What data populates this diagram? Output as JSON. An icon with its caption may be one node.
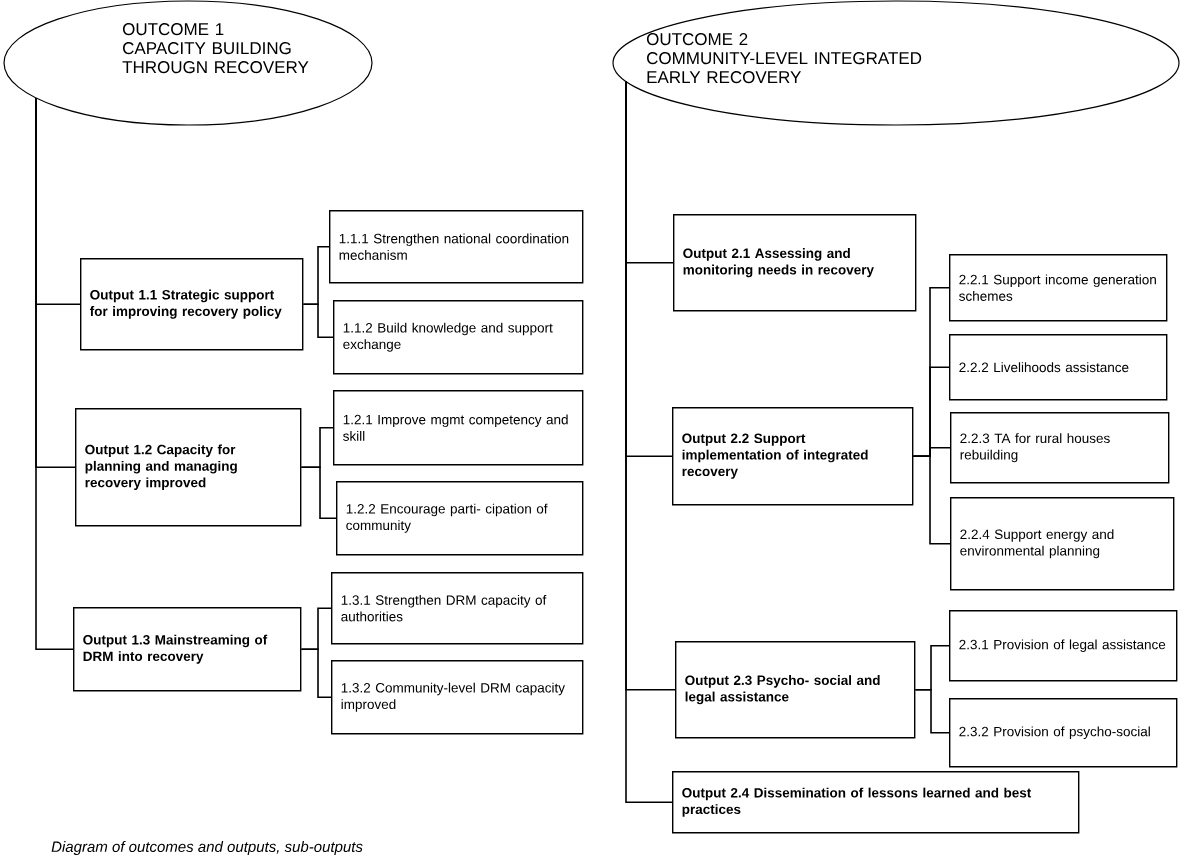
{
  "diagram": {
    "caption": "Diagram of outcomes and outputs, sub-outputs",
    "nodes": [
      {
        "text": [
          "OUTCOME 1",
          "CAPACITY BUILDING THROUGN RECOVERY"
        ]
      },
      {
        "text": [
          "OUTCOME 2",
          "COMMUNITY-LEVEL INTEGRATED EARLY RECOVERY"
        ]
      },
      {
        "text": [
          "Output 1.1 Strategic support for improving recovery policy"
        ]
      },
      {
        "text": [
          "1.1.1 Strengthen national coordination mechanism"
        ]
      },
      {
        "text": [
          "1.1.2 Build knowledge and support exchange"
        ]
      },
      {
        "text": [
          "Output 1.2 Capacity for planning and managing recovery improved"
        ]
      },
      {
        "text": [
          "1.2.1 Improve mgmt competency and skill"
        ]
      },
      {
        "text": [
          "1.2.2 Encourage parti- cipation of community"
        ]
      },
      {
        "text": [
          "Output 1.3 Mainstreaming of DRM into recovery"
        ]
      },
      {
        "text": [
          "1.3.1 Strengthen DRM capacity of authorities"
        ]
      },
      {
        "text": [
          "1.3.2 Community-level DRM capacity improved"
        ]
      },
      {
        "text": [
          "Output 2.1 Assessing and monitoring needs in recovery"
        ]
      },
      {
        "text": [
          "Output 2.2 Support implementation of integrated recovery"
        ]
      },
      {
        "text": [
          "2.2.1 Support income generation schemes"
        ]
      },
      {
        "text": [
          "2.2.2 Livelihoods assistance"
        ]
      },
      {
        "text": [
          "2.2.3 TA for rural houses rebuilding"
        ]
      },
      {
        "text": [
          "2.2.4 Support energy and environmental planning"
        ]
      },
      {
        "text": [
          "Output 2.3 Psycho- social and legal assistance"
        ]
      },
      {
        "text": [
          "2.3.1 Provision of legal assistance"
        ]
      },
      {
        "text": [
          "2.3.2 Provision of psycho-social"
        ]
      },
      {
        "text": [
          "Output 2.4 Dissemination of lessons learned and best practices"
        ]
      }
    ],
    "edges": [
      {
        "from": 0,
        "to": 2,
        "arrow": "none"
      },
      {
        "from": 0,
        "to": 5,
        "arrow": "none"
      },
      {
        "from": 0,
        "to": 8,
        "arrow": "none"
      },
      {
        "from": 2,
        "to": 3,
        "arrow": "none"
      },
      {
        "from": 2,
        "to": 4,
        "arrow": "none"
      },
      {
        "from": 5,
        "to": 6,
        "arrow": "none"
      },
      {
        "from": 5,
        "to": 7,
        "arrow": "none"
      },
      {
        "from": 8,
        "to": 9,
        "arrow": "none"
      },
      {
        "from": 8,
        "to": 10,
        "arrow": "none"
      },
      {
        "from": 1,
        "to": 11,
        "arrow": "none"
      },
      {
        "from": 1,
        "to": 12,
        "arrow": "none"
      },
      {
        "from": 1,
        "to": 17,
        "arrow": "none"
      },
      {
        "from": 1,
        "to": 20,
        "arrow": "none"
      },
      {
        "from": 12,
        "to": 13,
        "arrow": "none"
      },
      {
        "from": 12,
        "to": 14,
        "arrow": "none"
      },
      {
        "from": 12,
        "to": 15,
        "arrow": "none"
      },
      {
        "from": 12,
        "to": 16,
        "arrow": "none"
      },
      {
        "from": 17,
        "to": 18,
        "arrow": "none"
      },
      {
        "from": 17,
        "to": 19,
        "arrow": "none"
      }
    ]
  }
}
